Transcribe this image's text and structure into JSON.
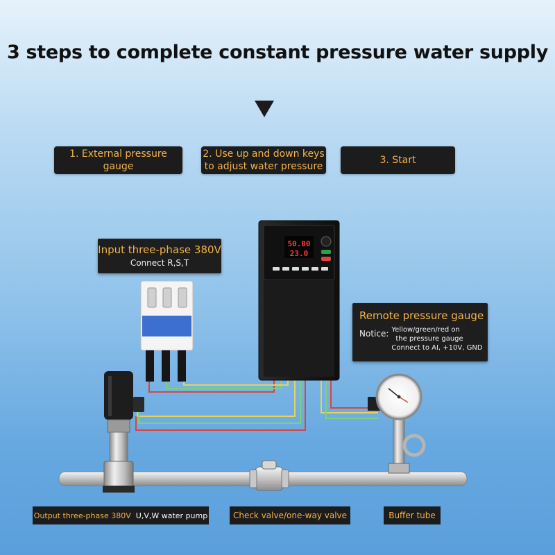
{
  "title": "3 steps to complete constant pressure water supply",
  "steps": [
    {
      "label": "1. External pressure gauge"
    },
    {
      "label": "2. Use up and down keys\nto adjust water pressure"
    },
    {
      "label": "3. Start"
    }
  ],
  "input_box": {
    "title": "Input three-phase 380V",
    "subtitle": "Connect R,S,T"
  },
  "remote_box": {
    "title": "Remote pressure gauge",
    "notice_label": "Notice:",
    "notice_lines": [
      "Yellow/green/red on",
      "the pressure gauge",
      "Connect to AI, +10V, GND"
    ]
  },
  "display": {
    "top_value": "50.00",
    "bottom_value": "23.0"
  },
  "bottom_labels": {
    "pump": {
      "highlight": "Output three-phase 380V",
      "rest": "U,V,W water pump"
    },
    "check_valve": "Check valve/one-way valve",
    "buffer": "Buffer tube"
  },
  "colors": {
    "accent": "#f2b44a",
    "wire_yellow": "#e6d35a",
    "wire_green": "#7fd07a",
    "wire_red": "#d8453f",
    "led_red": "#ff3b2f"
  }
}
